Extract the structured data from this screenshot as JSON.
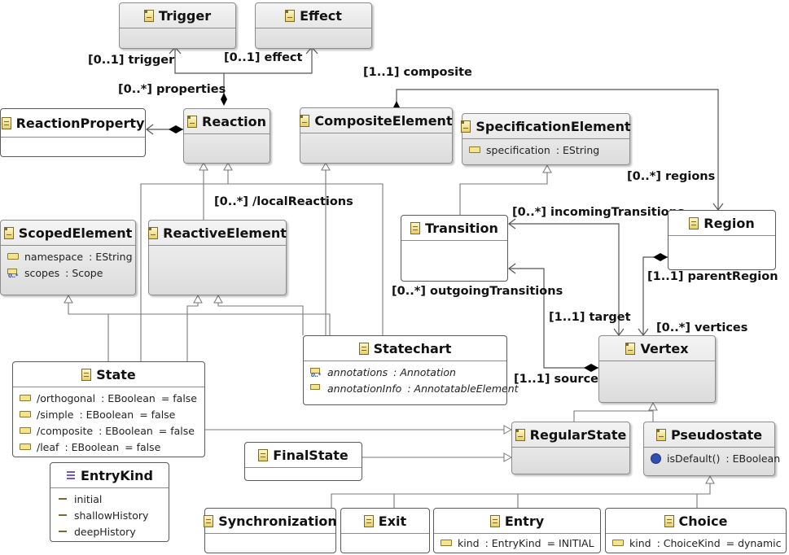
{
  "classes": {
    "trigger": {
      "name": "Trigger"
    },
    "effect": {
      "name": "Effect"
    },
    "reaction_property": {
      "name": "ReactionProperty"
    },
    "reaction": {
      "name": "Reaction"
    },
    "composite_element": {
      "name": "CompositeElement"
    },
    "specification_element": {
      "name": "SpecificationElement",
      "attributes": [
        {
          "name": "specification",
          "type": ": EString"
        }
      ]
    },
    "scoped_element": {
      "name": "ScopedElement",
      "attributes": [
        {
          "name": "namespace",
          "type": ": EString"
        },
        {
          "name": "scopes",
          "type": ": Scope"
        }
      ]
    },
    "reactive_element": {
      "name": "ReactiveElement"
    },
    "transition": {
      "name": "Transition"
    },
    "region": {
      "name": "Region"
    },
    "state": {
      "name": "State",
      "attributes": [
        {
          "name": "/orthogonal",
          "type": ": EBoolean",
          "default": "= false"
        },
        {
          "name": "/simple",
          "type": ": EBoolean",
          "default": "= false"
        },
        {
          "name": "/composite",
          "type": ": EBoolean",
          "default": "= false"
        },
        {
          "name": "/leaf",
          "type": ": EBoolean",
          "default": "= false"
        }
      ]
    },
    "statechart": {
      "name": "Statechart",
      "attributes": [
        {
          "name": "annotations",
          "type": ": Annotation"
        },
        {
          "name": "annotationInfo",
          "type": ": AnnotatableElement"
        }
      ]
    },
    "vertex": {
      "name": "Vertex"
    },
    "regular_state": {
      "name": "RegularState"
    },
    "pseudostate": {
      "name": "Pseudostate",
      "operations": [
        {
          "name": "isDefault()",
          "type": ": EBoolean"
        }
      ]
    },
    "final_state": {
      "name": "FinalState"
    },
    "entry_kind": {
      "name": "EntryKind",
      "literals": [
        "initial",
        "shallowHistory",
        "deepHistory"
      ]
    },
    "synchronization": {
      "name": "Synchronization"
    },
    "exit": {
      "name": "Exit"
    },
    "entry": {
      "name": "Entry",
      "attributes": [
        {
          "name": "kind",
          "type": ": EntryKind",
          "default": "= INITIAL"
        }
      ]
    },
    "choice": {
      "name": "Choice",
      "attributes": [
        {
          "name": "kind",
          "type": ": ChoiceKind",
          "default": "= dynamic"
        }
      ]
    }
  },
  "labels": {
    "trigger": "[0..1] trigger",
    "effect": "[0..1] effect",
    "properties": "[0..*] properties",
    "composite": "[1..1] composite",
    "regions": "[0..*] regions",
    "local_reactions": "[0..*] /localReactions",
    "incoming_transitions": "[0..*] incomingTransitions",
    "outgoing_transitions": "[0..*] outgoingTransitions",
    "parent_region": "[1..1] parentRegion",
    "target": "[1..1] target",
    "vertices": "[0..*] vertices",
    "source": "[1..1] source"
  },
  "colors": {
    "line": "#555555",
    "abstract_fill": "#e6e6e6",
    "concrete_fill": "#ffffff",
    "enum_icon": "#6a5acd"
  }
}
